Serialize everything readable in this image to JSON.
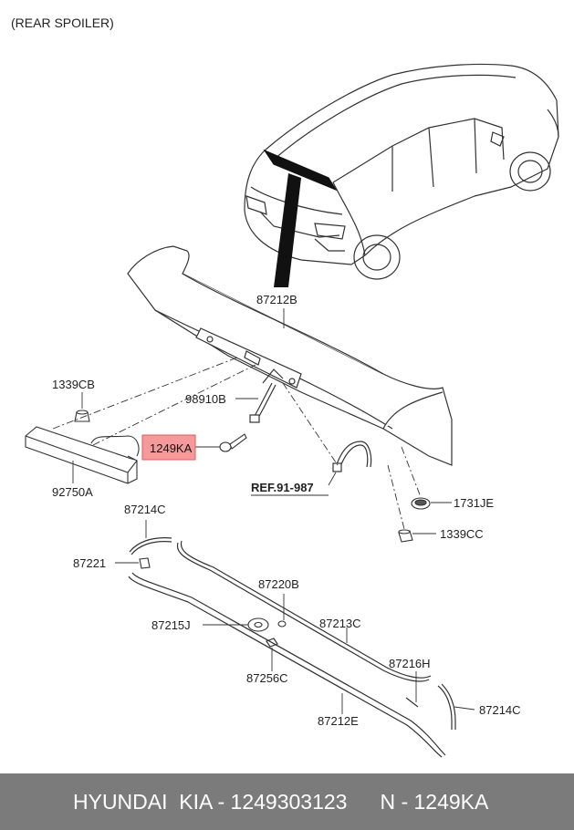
{
  "title": "(REAR SPOILER)",
  "labels": {
    "p87212B": "87212B",
    "p1339CB": "1339CB",
    "p98910B": "98910B",
    "p1249KA": "1249KA",
    "p92750A": "92750A",
    "ref": "REF.91-987",
    "p1731JE": "1731JE",
    "p1339CC": "1339CC",
    "p87214C_top": "87214C",
    "p87221": "87221",
    "p87220B": "87220B",
    "p87215J": "87215J",
    "p87213C": "87213C",
    "p87216H": "87216H",
    "p87256C": "87256C",
    "p87214C_bottom": "87214C",
    "p87212E": "87212E"
  },
  "highlight_color": "#f5999a",
  "footer": {
    "left": "HYUNDAI  KIA - 1249303123",
    "right": "N - 1249KA"
  }
}
